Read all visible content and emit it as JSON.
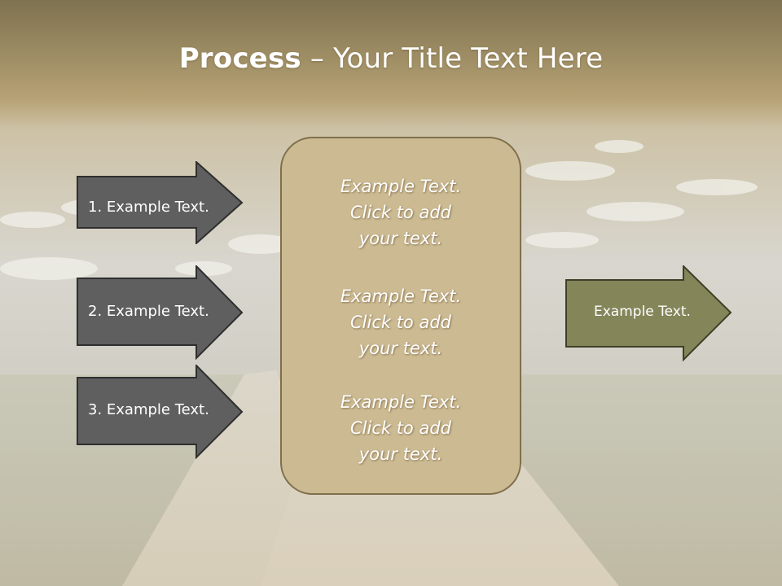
{
  "slide": {
    "title_bold": "Process",
    "title_rest": " – Your Title Text Here",
    "left_arrows": [
      {
        "label": "1. Example Text."
      },
      {
        "label": "2. Example Text."
      },
      {
        "label": "3. Example Text."
      }
    ],
    "center_box": {
      "paragraphs": [
        {
          "text": "Example Text.\nClick  to add\nyour text."
        },
        {
          "text": "Example Text.\nClick  to add\nyour text."
        },
        {
          "text": "Example Text.\nClick  to add\nyour text."
        }
      ]
    },
    "right_arrow": {
      "label": "Example Text."
    }
  },
  "colors": {
    "left_arrow_fill": "#5f5f5f",
    "center_box_fill": "#ccba92",
    "right_arrow_fill": "#848559"
  }
}
